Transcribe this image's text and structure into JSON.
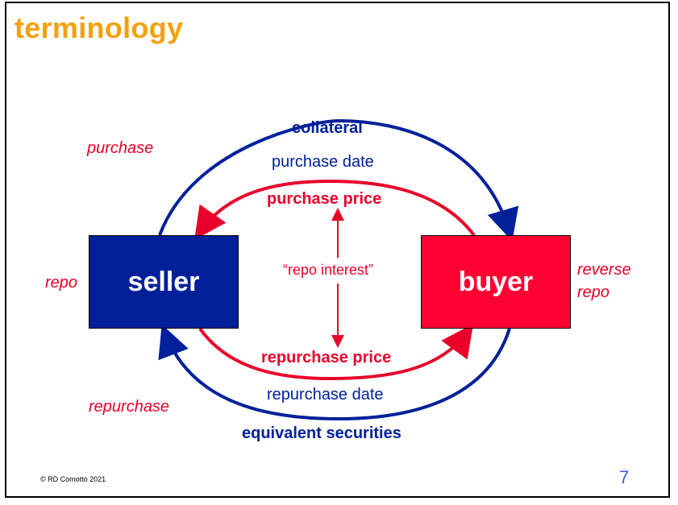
{
  "slide": {
    "title": "terminology",
    "copyright": "© RD Comotto 2021",
    "page_number": "7"
  },
  "diagram": {
    "seller_label": "seller",
    "buyer_label": "buyer",
    "top_outer_label": "collateral",
    "top_date_label": "purchase date",
    "top_price_label": "purchase price",
    "center_label": "“repo interest”",
    "bottom_price_label": "repurchase price",
    "bottom_date_label": "repurchase date",
    "bottom_outer_label": "equivalent securities",
    "left_top_label": "purchase",
    "left_mid_label": "repo",
    "left_bottom_label": "repurchase",
    "right_label_line1": "reverse",
    "right_label_line2": "repo"
  },
  "colors": {
    "title": "#f5a00e",
    "navy": "#00209a",
    "red": "#e8002a",
    "buyer_fill": "#ff0033"
  }
}
